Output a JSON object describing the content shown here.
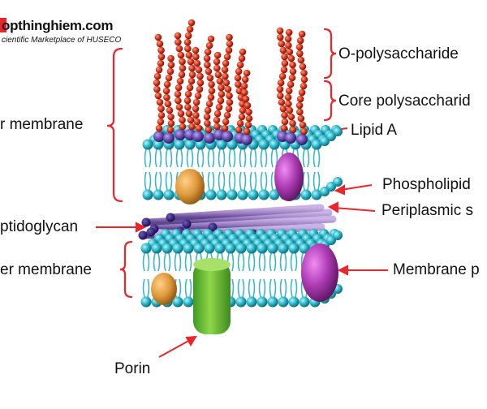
{
  "watermark": {
    "site": "opthinghiem.com",
    "tagline": "cientific Marketplace of HUSECO"
  },
  "labels": {
    "outer_membrane": "r membrane",
    "peptidoglycan": "ptidoglycan",
    "inner_membrane": "er membrane",
    "o_polysaccharide": "O-polysaccharide",
    "core_polysaccharide": "Core polysaccharid",
    "lipid_a": "Lipid A",
    "phospholipid": "Phospholipid",
    "periplasmic_space": "Periplasmic s",
    "membrane_protein": "Membrane p",
    "porin": "Porin"
  },
  "colors": {
    "annotation": "#e8262b",
    "lipid_head": "#2ab7c9",
    "polysaccharide_bead": "#d9361e",
    "lipid_a_bead": "#6b4fb0",
    "peptidoglycan": "#9c7fc3",
    "peptidoglycan_end": "#2b1b6e",
    "protein_orange": "#e09a3b",
    "protein_magenta": "#b23fb8",
    "porin_green": "#6dc23a"
  }
}
